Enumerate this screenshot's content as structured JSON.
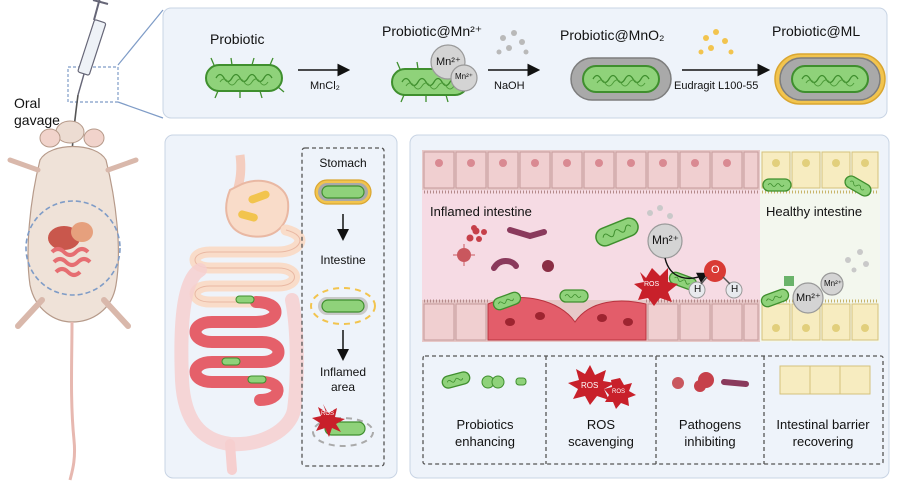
{
  "left": {
    "oral_gavage": [
      "Oral",
      "gavage"
    ]
  },
  "synthesis": {
    "stages": [
      "Probiotic",
      "Probiotic@Mn²⁺",
      "Probiotic@MnO₂",
      "Probiotic@ML"
    ],
    "reagents": [
      "MnCl₂",
      "NaOH",
      "Eudragit L100-55"
    ],
    "ion_label": "Mn²⁺"
  },
  "tract": {
    "steps": [
      "Stomach",
      "Intestine",
      "Inflamed",
      "area"
    ],
    "ros_label": "ROS"
  },
  "intestine": {
    "inflamed_label": "Inflamed intestine",
    "healthy_label": "Healthy intestine",
    "mn_label": "Mn²⁺",
    "ros_label": "ROS",
    "h_label": "H",
    "o_label": "O"
  },
  "effects": [
    {
      "line1": "Probiotics",
      "line2": "enhancing"
    },
    {
      "line1": "ROS",
      "line2": "scavenging"
    },
    {
      "line1": "Pathogens",
      "line2": "inhibiting"
    },
    {
      "line1": "Intestinal barrier",
      "line2": "recovering"
    }
  ],
  "colors": {
    "probiotic_green": "#8fd27a",
    "probiotic_outline": "#3f8f2e",
    "mno2_gray": "#a9a9a9",
    "eudragit_yellow": "#f2c44e",
    "panel_bg": "#eef3fa",
    "inflamed_pink": "#f3c9d6",
    "healthy_yellow": "#f7ecc0",
    "ros_red": "#c8202a"
  }
}
